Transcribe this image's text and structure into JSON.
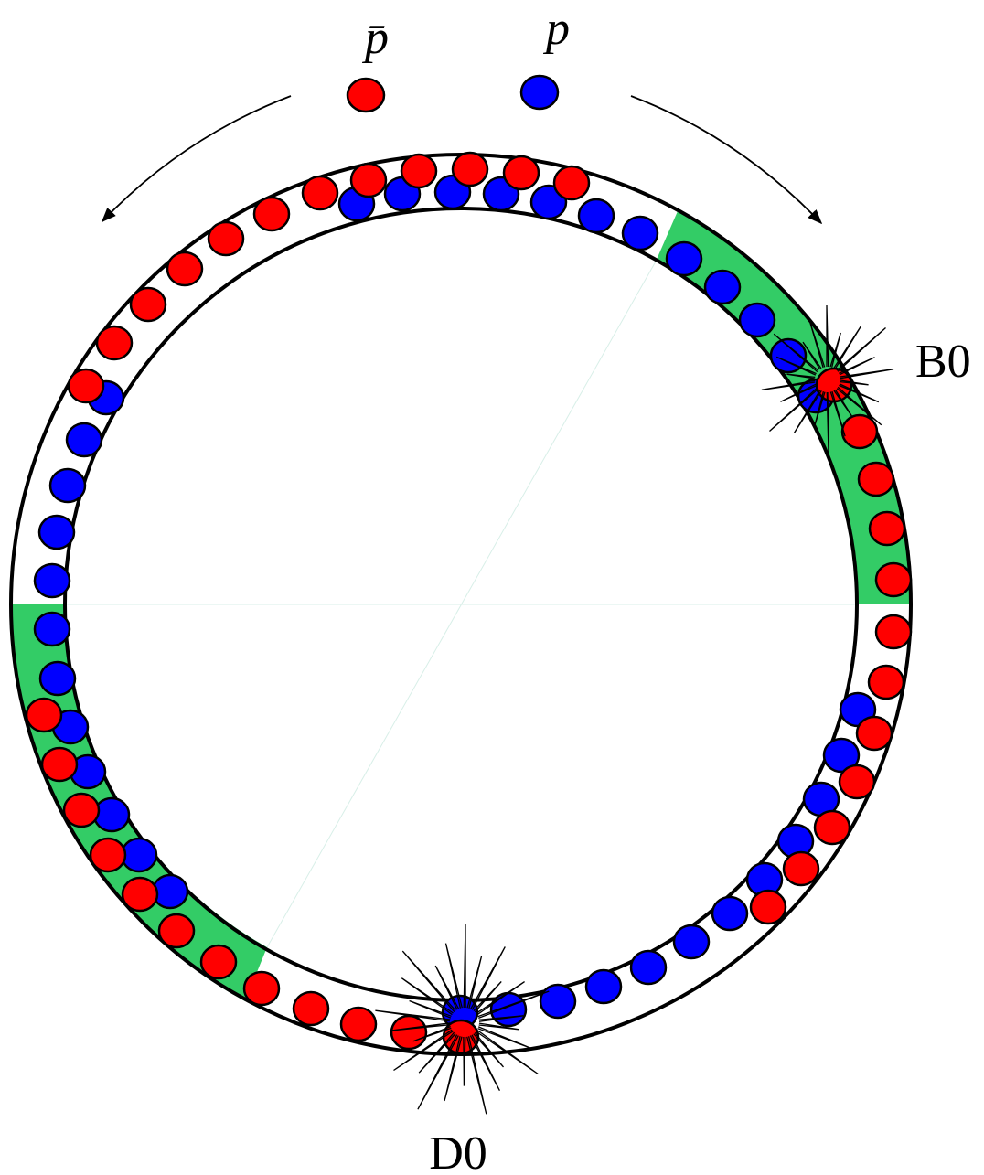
{
  "colors": {
    "antiproton": "#ff0000",
    "proton": "#0000ff",
    "highlight": "#33cc66",
    "ring": "#000000"
  },
  "legend": {
    "antiproton_label": "p̄",
    "proton_label": "p"
  },
  "detectors": {
    "b0_label": "B0",
    "d0_label": "D0"
  }
}
